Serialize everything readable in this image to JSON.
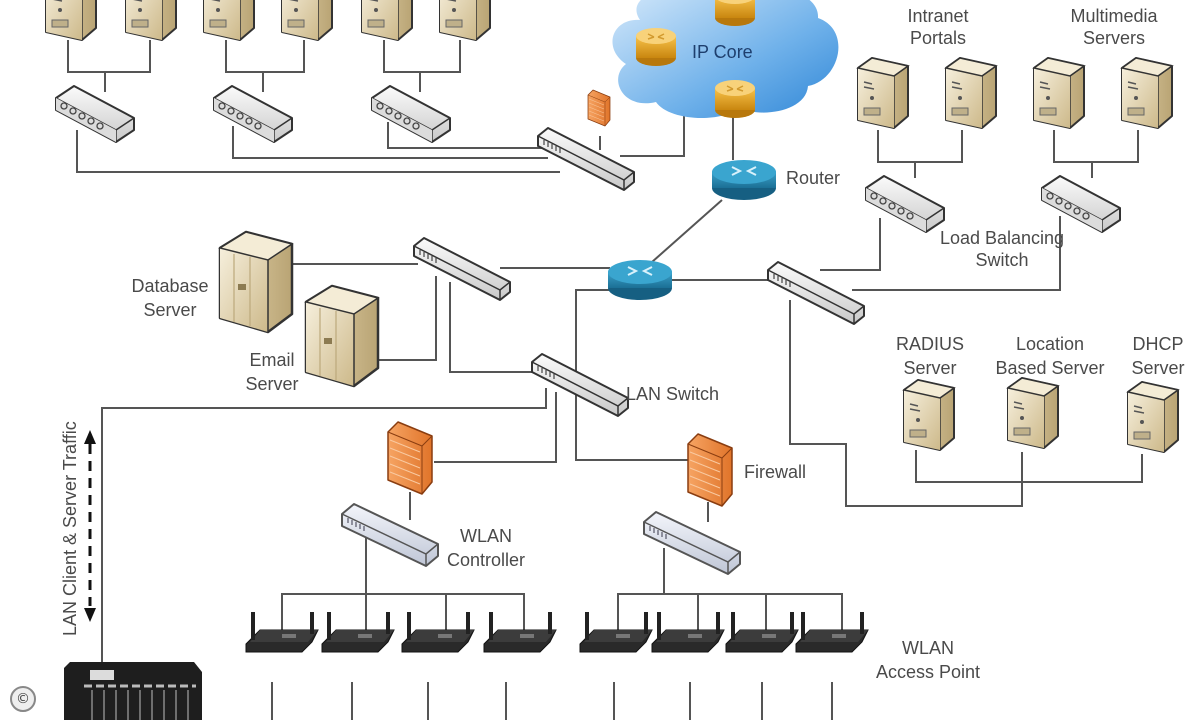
{
  "diagram": {
    "type": "network-topology",
    "labels": {
      "ip_core": "IP Core",
      "router": "Router",
      "intranet_portals": [
        "Intranet",
        "Portals"
      ],
      "multimedia_servers": [
        "Multimedia",
        "Servers"
      ],
      "load_balancing_switch": [
        "Load Balancing",
        "Switch"
      ],
      "database_server": [
        "Database",
        "Server"
      ],
      "email_server": [
        "Email",
        "Server"
      ],
      "lan_switch": "LAN Switch",
      "radius_server": [
        "RADIUS",
        "Server"
      ],
      "location_server": [
        "Location",
        "Based Server"
      ],
      "dhcp_server": [
        "DHCP",
        "Server"
      ],
      "firewall": "Firewall",
      "wlan_controller": [
        "WLAN",
        "Controller"
      ],
      "wlan_access_point": [
        "WLAN",
        "Access Point"
      ],
      "traffic_arrow": "LAN Client & Server Traffic",
      "copyright": "©"
    },
    "nodes": [
      {
        "id": "core-router-1",
        "kind": "router",
        "group": "ip-core"
      },
      {
        "id": "core-router-2",
        "kind": "router",
        "group": "ip-core"
      },
      {
        "id": "core-router-3",
        "kind": "router",
        "group": "ip-core"
      },
      {
        "id": "edge-router",
        "kind": "router",
        "label": "Router"
      },
      {
        "id": "main-router",
        "kind": "router"
      },
      {
        "id": "top-firewall",
        "kind": "firewall"
      },
      {
        "id": "aggregation-switch",
        "kind": "switch"
      },
      {
        "id": "access-switch-1",
        "kind": "switch"
      },
      {
        "id": "access-switch-2",
        "kind": "switch"
      },
      {
        "id": "access-switch-3",
        "kind": "switch"
      },
      {
        "id": "server-switch",
        "kind": "switch"
      },
      {
        "id": "lan-switch",
        "kind": "switch",
        "label": "LAN Switch"
      },
      {
        "id": "services-switch",
        "kind": "switch"
      },
      {
        "id": "lb-switch-1",
        "kind": "load-balancer"
      },
      {
        "id": "lb-switch-2",
        "kind": "load-balancer"
      },
      {
        "id": "database-server",
        "kind": "server-large"
      },
      {
        "id": "email-server",
        "kind": "server-large"
      },
      {
        "id": "intranet-portal-1",
        "kind": "server"
      },
      {
        "id": "intranet-portal-2",
        "kind": "server"
      },
      {
        "id": "multimedia-server-1",
        "kind": "server"
      },
      {
        "id": "multimedia-server-2",
        "kind": "server"
      },
      {
        "id": "radius-server",
        "kind": "server"
      },
      {
        "id": "location-server",
        "kind": "server"
      },
      {
        "id": "dhcp-server",
        "kind": "server"
      },
      {
        "id": "wlan-firewall-1",
        "kind": "firewall"
      },
      {
        "id": "wlan-firewall-2",
        "kind": "firewall",
        "label": "Firewall"
      },
      {
        "id": "wlan-controller-1",
        "kind": "switch",
        "label": "WLAN Controller"
      },
      {
        "id": "wlan-controller-2",
        "kind": "switch"
      },
      {
        "id": "chassis-switch",
        "kind": "chassis"
      }
    ],
    "access_points_per_controller": 4,
    "top_servers_count": 6
  }
}
